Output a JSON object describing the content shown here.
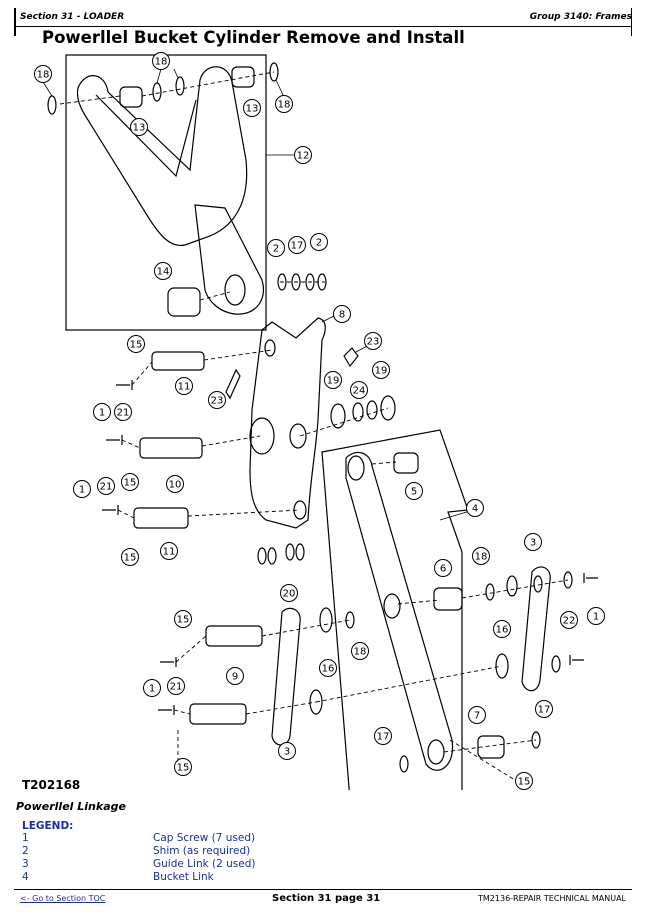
{
  "header": {
    "left": "Section 31 - LOADER",
    "right": "Group 3140: Frames"
  },
  "title": "Powerllel Bucket Cylinder Remove and Install",
  "figure": {
    "id": "T202168",
    "callouts": [
      "1",
      "2",
      "3",
      "4",
      "5",
      "6",
      "7",
      "8",
      "9",
      "10",
      "11",
      "12",
      "13",
      "14",
      "15",
      "16",
      "17",
      "18",
      "19",
      "20",
      "21",
      "22",
      "23",
      "24"
    ]
  },
  "caption": "Powerllel Linkage",
  "legend": {
    "heading": "LEGEND:",
    "items": [
      {
        "num": "1",
        "text": "Cap Screw (7 used)"
      },
      {
        "num": "2",
        "text": "Shim (as required)"
      },
      {
        "num": "3",
        "text": "Guide Link (2 used)"
      },
      {
        "num": "4",
        "text": "Bucket Link"
      }
    ]
  },
  "footer": {
    "toc_link": "<- Go to Section TOC",
    "page": "Section 31 page 31",
    "manual": "TM2136-REPAIR TECHNICAL MANUAL"
  }
}
